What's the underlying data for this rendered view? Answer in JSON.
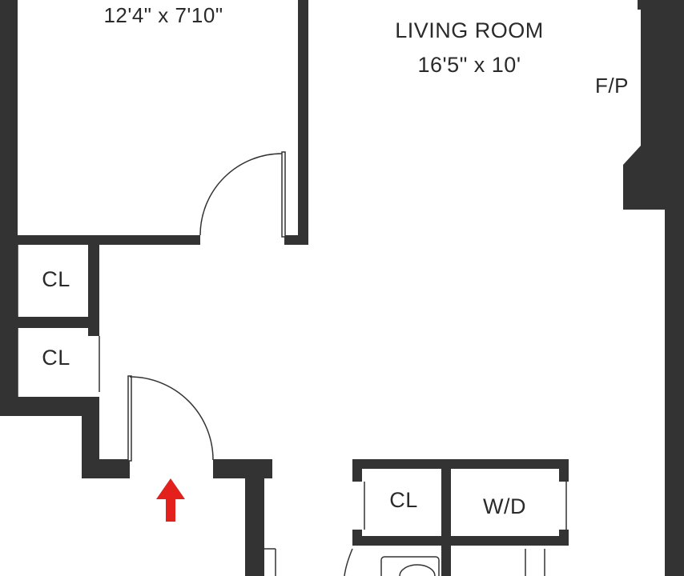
{
  "rooms": {
    "bedroom": {
      "dims": "12'4\" x 7'10\""
    },
    "living_room": {
      "name": "LIVING ROOM",
      "dims": "16'5\" x 10'"
    },
    "fireplace": {
      "label": "F/P"
    },
    "closet_1": {
      "label": "CL"
    },
    "closet_2": {
      "label": "CL"
    },
    "closet_3": {
      "label": "CL"
    },
    "laundry": {
      "label": "W/D"
    }
  },
  "colors": {
    "walls": "#333333",
    "entry_arrow": "#e3201b",
    "background": "#ffffff"
  }
}
